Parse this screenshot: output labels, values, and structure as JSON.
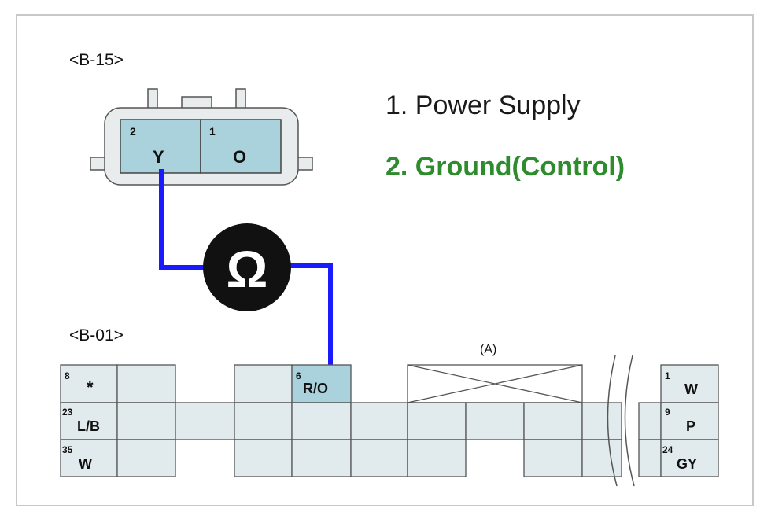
{
  "connector_top": {
    "name": "<B-15>",
    "pins": [
      {
        "num": "2",
        "wire": "Y"
      },
      {
        "num": "1",
        "wire": "O"
      }
    ]
  },
  "legend": {
    "item1": "1. Power Supply",
    "item2": "2. Ground(Control)",
    "item1_color": "#1a1a1a",
    "item2_color": "#2e8b2e"
  },
  "meter": {
    "symbol": "Ω",
    "icon": "ohmmeter-icon"
  },
  "wire_color": "#1a1aff",
  "connector_bottom": {
    "name": "<B-01>",
    "section_label": "(A)",
    "left_pins": [
      {
        "num": "8",
        "wire": "*"
      },
      {
        "num": "23",
        "wire": "L/B"
      },
      {
        "num": "35",
        "wire": "W"
      }
    ],
    "probe_pin": {
      "num": "6",
      "wire": "R/O"
    },
    "right_pins": [
      {
        "num": "1",
        "wire": "W"
      },
      {
        "num": "9",
        "wire": "P"
      },
      {
        "num": "24",
        "wire": "GY"
      }
    ]
  },
  "colors": {
    "cell_fill": "#e1ebed",
    "highlight_fill": "#a9d2dc"
  }
}
